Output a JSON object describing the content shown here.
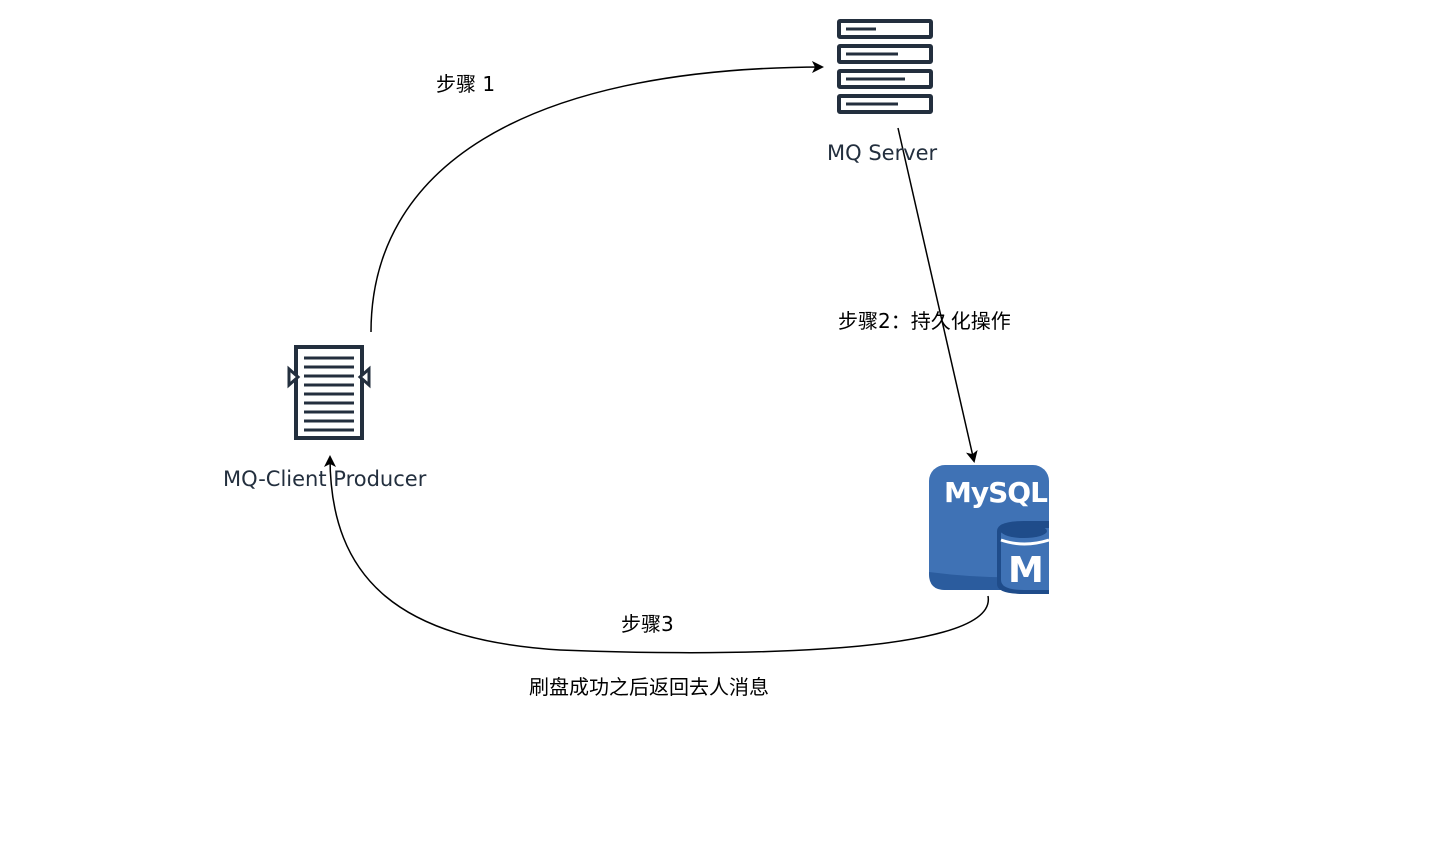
{
  "nodes": {
    "server": {
      "label": "MQ Server",
      "icon": "server-rack-icon"
    },
    "client": {
      "label": "MQ-Client Producer",
      "icon": "document-queue-icon"
    },
    "database": {
      "label": "MySQL",
      "badge": "M",
      "icon": "mysql-database-icon"
    }
  },
  "edges": {
    "step1": {
      "label": "步骤 1"
    },
    "step2": {
      "label": "步骤2：持久化操作"
    },
    "step3": {
      "label": "步骤3",
      "note": "刷盘成功之后返回去人消息"
    }
  },
  "colors": {
    "icon_dark": "#232f3e",
    "mysql_blue": "#3f72b5",
    "mysql_dark": "#1f4c8a",
    "edge": "#000000"
  }
}
